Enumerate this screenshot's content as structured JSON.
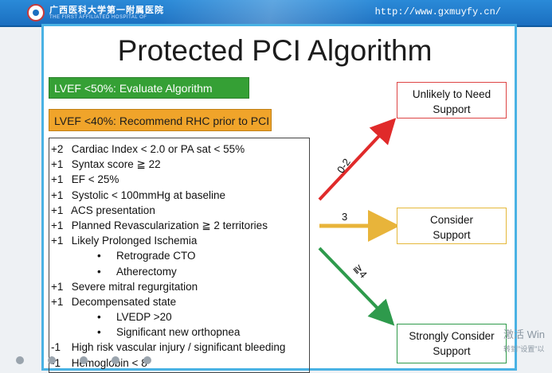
{
  "header": {
    "hospital_name": "广西医科大学第一附属医院",
    "hospital_name_en": "THE FIRST AFFILIATED HOSPITAL OF",
    "url": "http://www.gxmuyfy.cn/"
  },
  "slide": {
    "title": "Protected PCI Algorithm",
    "green_box": "LVEF <50%: Evaluate Algorithm",
    "orange_box": "LVEF <40%: Recommend RHC prior to PCI",
    "criteria": [
      {
        "points": "+2",
        "text": "Cardiac Index < 2.0 or PA sat < 55%"
      },
      {
        "points": "+1",
        "text": "Syntax score ≧ 22"
      },
      {
        "points": "+1",
        "text": "EF < 25%"
      },
      {
        "points": "+1",
        "text": "Systolic < 100mmHg at baseline"
      },
      {
        "points": "+1",
        "text": "ACS presentation"
      },
      {
        "points": "+1",
        "text": "Planned Revascularization ≧ 2 territories"
      },
      {
        "points": "+1",
        "text": "Likely Prolonged Ischemia"
      },
      {
        "bullet": "•",
        "text": "Retrograde CTO"
      },
      {
        "bullet": "•",
        "text": "Atherectomy"
      },
      {
        "points": "+1",
        "text": "Severe mitral regurgitation"
      },
      {
        "points": "+1",
        "text": "Decompensated state"
      },
      {
        "bullet": "•",
        "text": "LVEDP >20"
      },
      {
        "bullet": "•",
        "text": "Significant new orthopnea"
      },
      {
        "points": "-1",
        "text": "High risk vascular injury / significant bleeding"
      },
      {
        "points": "-1",
        "text": "Hemoglobin < 8"
      }
    ],
    "outcomes": [
      {
        "line1": "Unlikely to Need",
        "line2": "Support"
      },
      {
        "line1": "Consider",
        "line2": "Support"
      },
      {
        "line1": "Strongly Consider",
        "line2": "Support"
      }
    ],
    "arrow_labels": [
      "0-2",
      "3",
      "≧4"
    ],
    "arrow_colors": [
      "#e02a2a",
      "#e8b43a",
      "#2e9a4c"
    ]
  },
  "watermark": {
    "line1": "激活 Win",
    "line2": "转到\"设置\"以"
  }
}
